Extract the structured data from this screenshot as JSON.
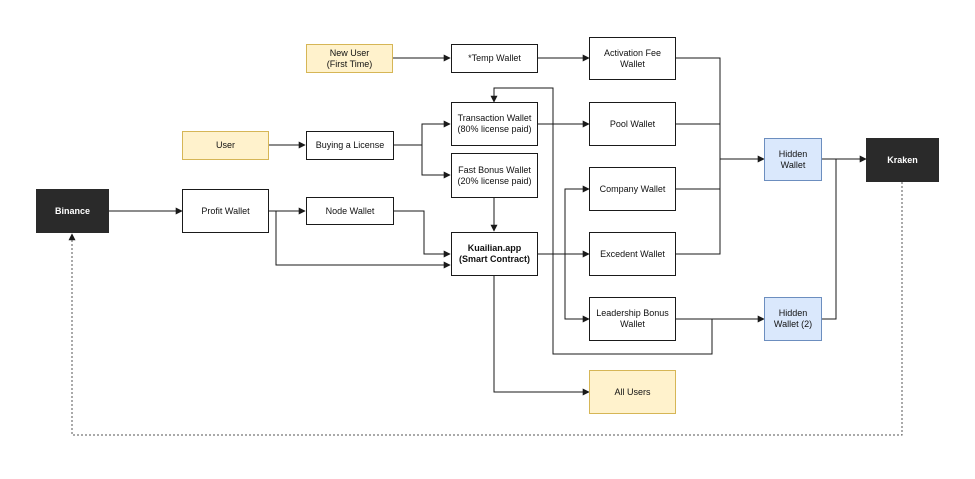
{
  "diagram": {
    "nodes": {
      "new_user": "New User\n(First Time)",
      "temp_wallet": "*Temp Wallet",
      "activation_fee_wallet": "Activation Fee\nWallet",
      "user": "User",
      "buying_license": "Buying a License",
      "transaction_wallet": "Transaction Wallet\n(80% license paid)",
      "pool_wallet": "Pool Wallet",
      "fast_bonus_wallet": "Fast Bonus Wallet\n(20% license paid)",
      "hidden_wallet": "Hidden\nWallet",
      "kraken": "Kraken",
      "binance": "Binance",
      "profit_wallet": "Profit Wallet",
      "node_wallet": "Node Wallet",
      "company_wallet": "Company Wallet",
      "kuailian": "Kuailian.app\n(Smart Contract)",
      "excedent_wallet": "Excedent Wallet",
      "leadership_bonus_wallet": "Leadership Bonus\nWallet",
      "hidden_wallet_2": "Hidden\nWallet (2)",
      "all_users": "All Users"
    },
    "colors": {
      "yellow_fill": "#fff2cc",
      "blue_fill": "#dae8fc",
      "dark_fill": "#2a2a2a"
    }
  }
}
